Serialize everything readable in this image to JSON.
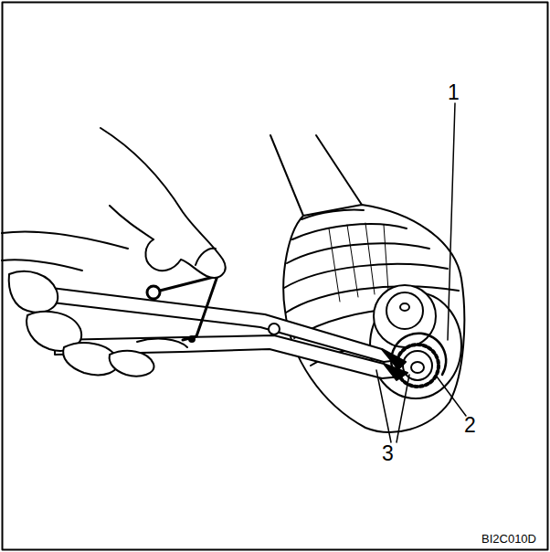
{
  "diagram": {
    "labels": [
      "1",
      "2",
      "3",
      "BI2C010D"
    ]
  }
}
